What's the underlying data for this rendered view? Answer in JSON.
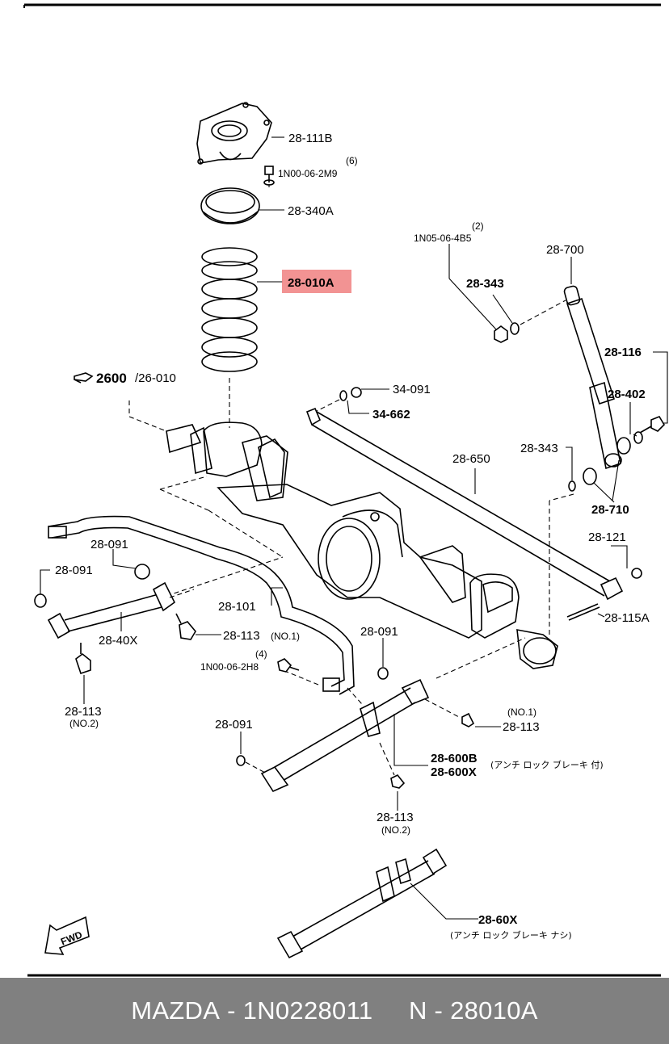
{
  "labels": {
    "p28_111b": "28-111B",
    "qty6": "(6)",
    "bolt_1n00_06_2m9": "1N00-06-2M9",
    "p28_340a": "28-340A",
    "qty2": "(2)",
    "nut_1n05_06_4b5": "1N05-06-4B5",
    "p28_700": "28-700",
    "p28_010a": "28-010A",
    "p28_343_top": "28-343",
    "p28_116": "28-116",
    "ref_2600": "2600",
    "ref_26_010": "/26-010",
    "p34_091": "34-091",
    "p28_402": "28-402",
    "p34_662": "34-662",
    "p28_343_mid": "28-343",
    "p28_650": "28-650",
    "p28_710": "28-710",
    "p28_091_a": "28-091",
    "p28_121": "28-121",
    "p28_091_b": "28-091",
    "p28_101": "28-101",
    "p28_115a": "28-115A",
    "p28_40x": "28-40X",
    "p28_113_no1": "28-113",
    "no1_a": "(NO.1)",
    "qty4": "(4)",
    "bolt_1n00_06_2h8": "1N00-06-2H8",
    "p28_091_c": "28-091",
    "p28_113_no2": "28-113",
    "no2_a": "(NO.2)",
    "no1_b": "(NO.1)",
    "p28_113_b": "28-113",
    "p28_091_d": "28-091",
    "p28_600b": "28-600B",
    "p28_600x": "28-600X",
    "note_abs_with": "(アンチ ロック ブレーキ 付)",
    "p28_113_c": "28-113",
    "no2_b": "(NO.2)",
    "p28_60x": "28-60X",
    "note_abs_without": "(アンチ ロック ブレーキ ナシ)",
    "fwd": "FWD"
  },
  "highlight": {
    "part": "28-010A",
    "color": "#f08080"
  },
  "footer": {
    "brand": "MAZDA",
    "sep1": " - ",
    "part_number": "1N0228011",
    "gap": "     ",
    "position": "N",
    "sep2": " - ",
    "code": "28010A",
    "background": "#808080",
    "text_color": "#ffffff"
  }
}
